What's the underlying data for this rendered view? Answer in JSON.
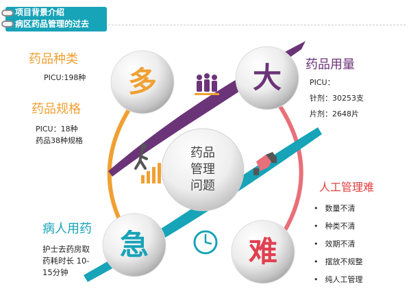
{
  "header": {
    "title": "项目背景介绍",
    "subtitle": "病区药品管理的过去"
  },
  "center": {
    "line1": "药品",
    "line2": "管理",
    "line3": "问题"
  },
  "quadrants": {
    "duo": {
      "char": "多",
      "title1": "药品种类",
      "detail1": "PICU:198种",
      "title2": "药品规格",
      "detail2_line1": "PICU：18种",
      "detail2_line2": "药品38种规格"
    },
    "da": {
      "char": "大",
      "title": "药品用量",
      "line1": "PICU：",
      "line2": "针剂：30253支",
      "line3": "片剂：2648片"
    },
    "nan": {
      "char": "难",
      "title": "人工管理难",
      "bullets": [
        "数量不清",
        "种类不清",
        "效期不清",
        "摆放不规整",
        "纯人工管理"
      ]
    },
    "ji": {
      "char": "急",
      "title": "病人用药",
      "line1": "护士去药房取",
      "line2": "药耗时长 10-",
      "line3": "15分钟"
    }
  },
  "colors": {
    "orange": "#f0a032",
    "purple": "#6b3478",
    "red": "#e8707a",
    "teal": "#17a3b8",
    "header": "#17a3b8"
  },
  "icons": [
    "people-icon",
    "climber-icon",
    "handshake-icon",
    "clock-icon"
  ]
}
